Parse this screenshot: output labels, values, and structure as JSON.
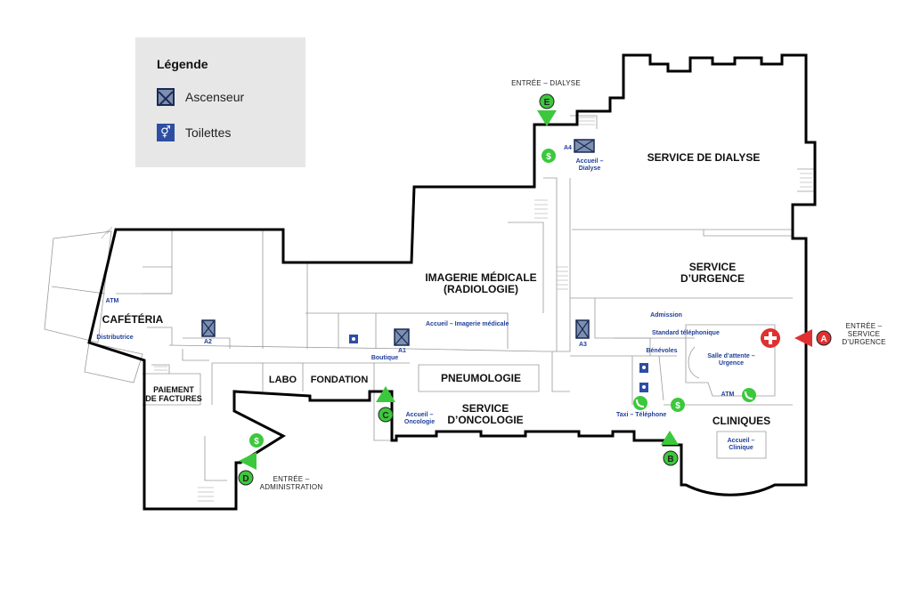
{
  "legend": {
    "title": "Légende",
    "items": [
      {
        "icon": "elevator-icon",
        "label": "Ascenseur"
      },
      {
        "icon": "restroom-icon",
        "label": "Toilettes"
      }
    ]
  },
  "departments": {
    "dialyse": "SERVICE DE DIALYSE",
    "urgence": "SERVICE\nD’URGENCE",
    "imagerie": "IMAGERIE MÉDICALE\n(RADIOLOGIE)",
    "pneumologie": "PNEUMOLOGIE",
    "oncologie": "SERVICE\nD’ONCOLOGIE",
    "cliniques": "CLINIQUES",
    "cafeteria": "CAFÉTÉRIA",
    "paiement": "PAIEMENT\nDE FACTURES",
    "labo": "LABO",
    "fondation": "FONDATION"
  },
  "notes": {
    "accueil_dialyse": "Accueil –\nDialyse",
    "accueil_imagerie": "Accueil – Imagerie médicale",
    "accueil_oncologie": "Accueil –\nOncologie",
    "accueil_clinique": "Accueil –\nClinique",
    "admission": "Admission",
    "standard": "Standard téléphonique",
    "benevoles": "Bénévoles",
    "salle_attente": "Salle d’attente –\nUrgence",
    "atm_urgence": "ATM",
    "atm_cafe": "ATM",
    "distributrice": "Distributrice",
    "boutique": "Boutique",
    "taxi": "Taxi – Téléphone"
  },
  "elevators": [
    "A1",
    "A2",
    "A3",
    "A4"
  ],
  "entrances": {
    "A": {
      "letter": "A",
      "label": "ENTRÉE –\nSERVICE\nD’URGENCE",
      "color": "#e03131"
    },
    "B": {
      "letter": "B",
      "label": "",
      "color": "#3cc83c"
    },
    "C": {
      "letter": "C",
      "label": "",
      "color": "#3cc83c"
    },
    "D": {
      "letter": "D",
      "label": "ENTRÉE –\nADMINISTRATION",
      "color": "#3cc83c"
    },
    "E": {
      "letter": "E",
      "label": "ENTRÉE – DIALYSE",
      "color": "#3cc83c"
    }
  },
  "colors": {
    "entrance_green": "#3cc83c",
    "entrance_red": "#e03131",
    "label_blue": "#1f3f99",
    "restroom_blue": "#2d4ea2",
    "elevator_fill": "#7d8fb0",
    "legend_bg": "#e7e7e7"
  }
}
